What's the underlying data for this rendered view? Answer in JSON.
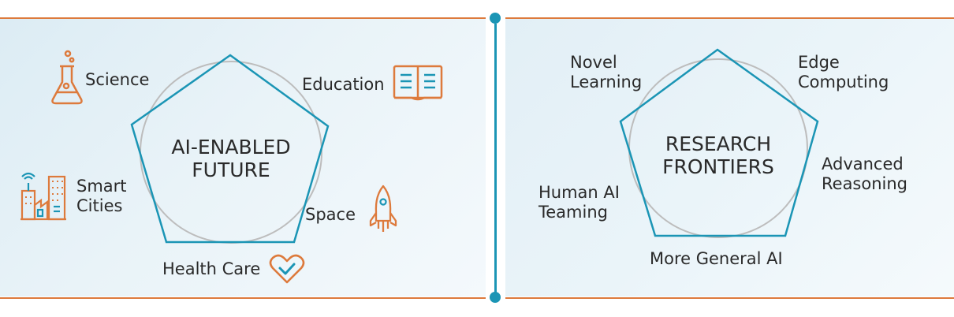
{
  "colors": {
    "accent_orange": "#dd7a3c",
    "accent_teal": "#1b95b5",
    "circle_gray": "#bdbdbd",
    "text": "#2a2a2a"
  },
  "left_panel": {
    "center_line1": "AI-ENABLED",
    "center_line2": "FUTURE",
    "items": [
      {
        "label": "Science",
        "icon": "flask-icon"
      },
      {
        "label": "Education",
        "icon": "open-book-icon"
      },
      {
        "label_line1": "Smart",
        "label_line2": "Cities",
        "icon": "city-buildings-icon"
      },
      {
        "label": "Space",
        "icon": "rocket-icon"
      },
      {
        "label": "Health Care",
        "icon": "heart-check-icon"
      }
    ]
  },
  "right_panel": {
    "center_line1": "RESEARCH",
    "center_line2": "FRONTIERS",
    "items": [
      {
        "label_line1": "Novel",
        "label_line2": "Learning"
      },
      {
        "label_line1": "Edge",
        "label_line2": "Computing"
      },
      {
        "label_line1": "Advanced",
        "label_line2": "Reasoning"
      },
      {
        "label_line1": "Human AI",
        "label_line2": "Teaming"
      },
      {
        "label": "More General AI"
      }
    ]
  }
}
